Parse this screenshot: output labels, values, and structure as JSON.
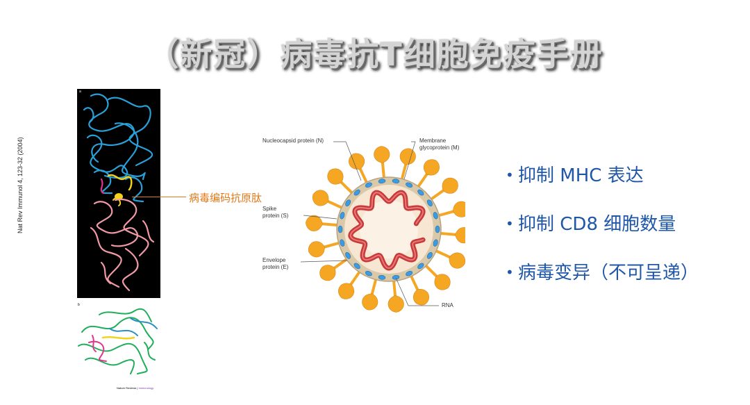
{
  "slide": {
    "title": "（新冠）病毒抗T细胞免疫手册",
    "background_color": "#ffffff"
  },
  "left_figure": {
    "panel_a_letter": "a",
    "panel_b_letter": "b",
    "citation": "Nat Rev Immunol 4, 123-32 (2004)",
    "callout": "病毒编码抗原肽",
    "callout_color": "#e07a1a",
    "footer_journal": "Nature Reviews",
    "footer_separator": " | ",
    "footer_section": "Immunology"
  },
  "virus_diagram": {
    "labels": {
      "nucleocapsid": "Nucleocapsid protein (N)",
      "membrane_line1": "Membrane",
      "membrane_line2": "glycoprotein (M)",
      "spike_line1": "Spike",
      "spike_line2": "protein (S)",
      "envelope_line1": "Envelope",
      "envelope_line2": "protein (E)",
      "rna": "RNA"
    },
    "colors": {
      "spike": "#f5a623",
      "envelope": "#d9c9a8",
      "core": "#f6e6d2",
      "rna": "#c83a3a",
      "membrane_protein": "#3f9be0"
    }
  },
  "bullets": {
    "marker": "•",
    "color": "#1f57a8",
    "items": [
      "抑制 MHC 表达",
      "抑制 CD8 细胞数量",
      "病毒变异（不可呈递）"
    ]
  }
}
